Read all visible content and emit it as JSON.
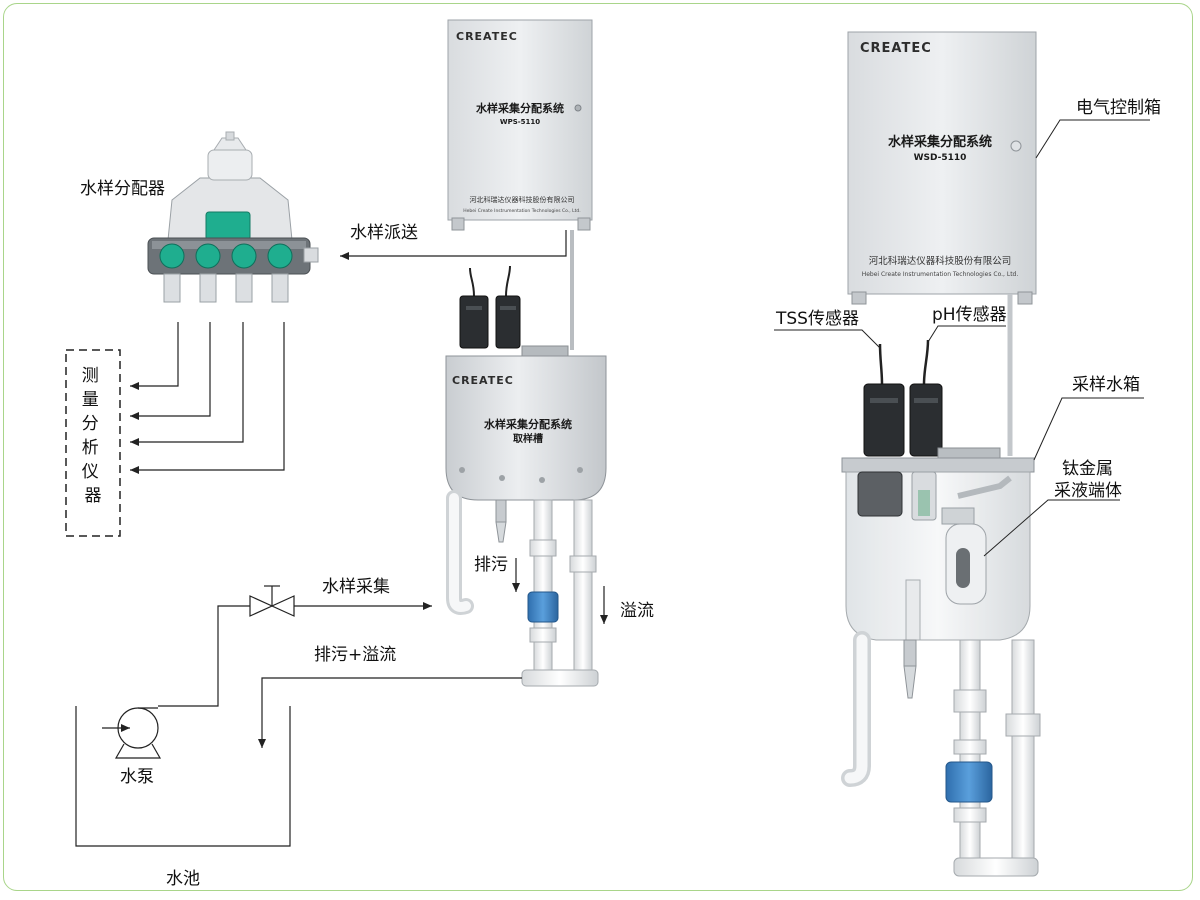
{
  "labels": {
    "distributor": "水样分配器",
    "dispatch": "水样派送",
    "instruments": "测量分析仪器",
    "collect": "水样采集",
    "drain_overflow": "排污+溢流",
    "drain": "排污",
    "overflow": "溢流",
    "pump": "水泵",
    "pool": "水池",
    "control_box": "电气控制箱",
    "tss_sensor": "TSS传感器",
    "ph_sensor": "pH传感器",
    "sampling_tank": "采样水箱",
    "titanium_line1": "钛金属",
    "titanium_line2": "采液端体"
  },
  "cabinet_left": {
    "brand": "CREATEC",
    "title": "水样采集分配系统",
    "model": "WPS-5110",
    "company_cn": "河北科瑞达仪器科技股份有限公司",
    "company_en": "Hebei Create Instrumentation Technologies Co., Ltd."
  },
  "tank_left": {
    "brand": "CREATEC",
    "title": "水样采集分配系统",
    "subtitle": "取样槽"
  },
  "cabinet_right": {
    "brand": "CREATEC",
    "title": "水样采集分配系统",
    "model": "WSD-5110",
    "company_cn": "河北科瑞达仪器科技股份有限公司",
    "company_en": "Hebei Create Instrumentation Technologies Co., Ltd."
  },
  "colors": {
    "frame": "#a9d58a",
    "cabinet": "#e6e8ea",
    "pipe": "#f1f3f4",
    "valve_green": "#1fae8f",
    "flow_meter_blue": "#3f86c9",
    "line": "#222222"
  }
}
